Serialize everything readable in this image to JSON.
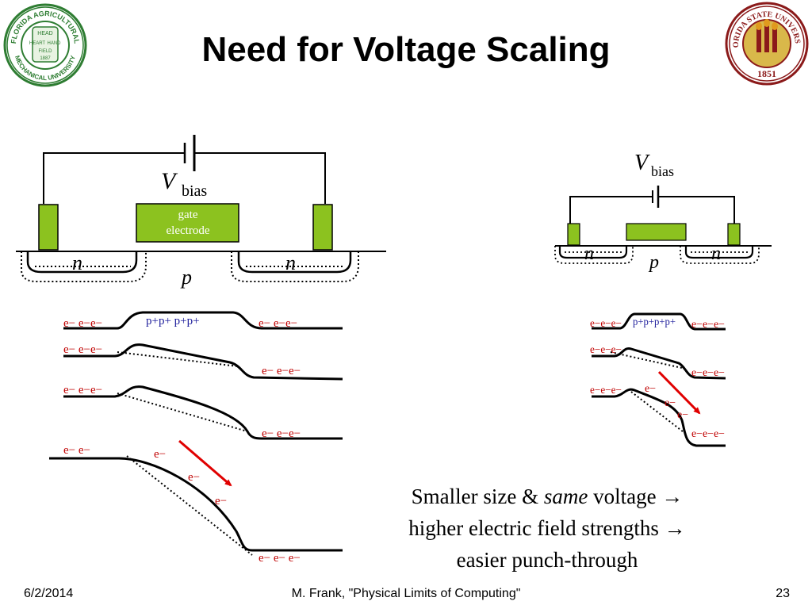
{
  "title": "Need for Voltage Scaling",
  "logos": {
    "left": {
      "ring_top": "FLORIDA AGRICULTURAL",
      "ring_bottom": "MECHANICAL UNIVERSITY",
      "inner": [
        "HEAD",
        "HEART",
        "HAND",
        "FIELD",
        "1887"
      ],
      "color": "#2e7d32"
    },
    "right": {
      "ring_top": "FLORIDA STATE UNIVERSITY",
      "year": "1851",
      "color": "#8b1a1a"
    }
  },
  "diagram": {
    "large_device": {
      "vbias_V": "V",
      "vbias_sub": "bias",
      "gate_line1": "gate",
      "gate_line2": "electrode",
      "left_region": "n",
      "right_region": "n",
      "substrate": "p"
    },
    "small_device": {
      "vbias_V": "V",
      "vbias_sub": "bias",
      "left_region": "n",
      "right_region": "n",
      "substrate": "p"
    },
    "large_bands": {
      "row1": {
        "left": "e− e−e−",
        "mid": "p+p+ p+p+",
        "right": "e− e−e−"
      },
      "row2": {
        "left": "e− e−e−",
        "right": "e− e−e−"
      },
      "row3": {
        "left": "e− e−e−",
        "right": "e− e−e−"
      },
      "row4": {
        "left": "e− e−",
        "right": "e− e− e−",
        "travel": [
          "e−",
          "e−",
          "e−"
        ]
      }
    },
    "small_bands": {
      "row1": {
        "left": "e−e−e−",
        "mid": "p+p+p+p+",
        "right": "e−e−e−"
      },
      "row2": {
        "left": "e−e−e−",
        "right": "e−e−e−"
      },
      "row3": {
        "left": "e−e−e−",
        "right": "e−e−e−",
        "travel": [
          "e−",
          "e−",
          "e−"
        ]
      }
    },
    "colors": {
      "gate": "#8cc21f",
      "electron": "#c00000",
      "hole": "#1a1a9a",
      "arrow": "#e00000"
    }
  },
  "caption": {
    "line1_a": "Smaller size & ",
    "line1_em": "same",
    "line1_b": " voltage →",
    "line2": "higher electric field strengths →",
    "line3": "easier punch-through"
  },
  "footer": {
    "date": "6/2/2014",
    "center": "M. Frank, \"Physical Limits of Computing\"",
    "page": "23"
  }
}
